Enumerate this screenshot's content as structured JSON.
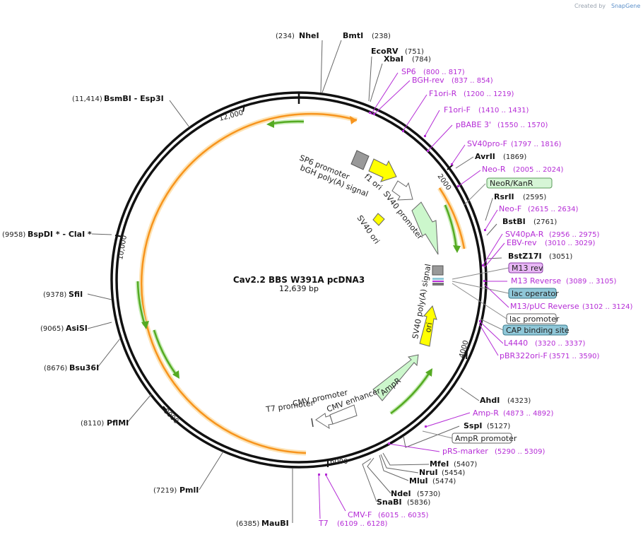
{
  "credit": {
    "prefix": "Created by",
    "brand": "SnapGene"
  },
  "map": {
    "name": "Cav2.2 BBS W391A pcDNA3",
    "size": "12,639 bp"
  },
  "ticks": [
    "2000",
    "4000",
    "6000",
    "8000",
    "10,000",
    "12,000"
  ],
  "sites": [
    {
      "name": "NheI",
      "pos": "(234)"
    },
    {
      "name": "BmtI",
      "pos": "(238)"
    },
    {
      "name": "EcoRV",
      "pos": "(751)"
    },
    {
      "name": "XbaI",
      "pos": "(784)"
    },
    {
      "name": "AvrII",
      "pos": "(1869)"
    },
    {
      "name": "RsrII",
      "pos": "(2595)"
    },
    {
      "name": "BstBI",
      "pos": "(2761)"
    },
    {
      "name": "BstZ17I",
      "pos": "(3051)"
    },
    {
      "name": "AhdI",
      "pos": "(4323)"
    },
    {
      "name": "SspI",
      "pos": "(5127)"
    },
    {
      "name": "MfeI",
      "pos": "(5407)"
    },
    {
      "name": "NruI",
      "pos": "(5454)"
    },
    {
      "name": "MluI",
      "pos": "(5474)"
    },
    {
      "name": "NdeI",
      "pos": "(5730)"
    },
    {
      "name": "SnaBI",
      "pos": "(5836)"
    },
    {
      "name": "MauBI",
      "pos": "(6385)"
    },
    {
      "name": "PmlI",
      "pos": "(7219)"
    },
    {
      "name": "PflMI",
      "pos": "(8110)"
    },
    {
      "name": "Bsu36I",
      "pos": "(8676)"
    },
    {
      "name": "AsiSI",
      "pos": "(9065)"
    },
    {
      "name": "SfiI",
      "pos": "(9378)"
    },
    {
      "name": "BspDI * - ClaI *",
      "pos": "(9958)"
    },
    {
      "name": "BsmBI - Esp3I",
      "pos": "(11,414)"
    }
  ],
  "primers": [
    {
      "name": "SP6",
      "pos": "(800 .. 817)"
    },
    {
      "name": "BGH-rev",
      "pos": "(837 .. 854)"
    },
    {
      "name": "F1ori-R",
      "pos": "(1200 .. 1219)"
    },
    {
      "name": "F1ori-F",
      "pos": "(1410 .. 1431)"
    },
    {
      "name": "pBABE 3'",
      "pos": "(1550 .. 1570)"
    },
    {
      "name": "SV40pro-F",
      "pos": "(1797 .. 1816)"
    },
    {
      "name": "Neo-R",
      "pos": "(2005 .. 2024)"
    },
    {
      "name": "Neo-F",
      "pos": "(2615 .. 2634)"
    },
    {
      "name": "SV40pA-R",
      "pos": "(2956 .. 2975)"
    },
    {
      "name": "EBV-rev",
      "pos": "(3010 .. 3029)"
    },
    {
      "name": "M13 Reverse",
      "pos": "(3089 .. 3105)"
    },
    {
      "name": "M13/pUC Reverse",
      "pos": "(3102 .. 3124)"
    },
    {
      "name": "L4440",
      "pos": "(3320 .. 3337)"
    },
    {
      "name": "pBR322ori-F",
      "pos": "(3571 .. 3590)"
    },
    {
      "name": "Amp-R",
      "pos": "(4873 .. 4892)"
    },
    {
      "name": "pRS-marker",
      "pos": "(5290 .. 5309)"
    },
    {
      "name": "CMV-F",
      "pos": "(6015 .. 6035)"
    },
    {
      "name": "T7",
      "pos": "(6109 .. 6128)"
    }
  ],
  "boxes": [
    {
      "name": "NeoR/KanR"
    },
    {
      "name": "M13 rev"
    },
    {
      "name": "lac operator"
    },
    {
      "name": "lac promoter"
    },
    {
      "name": "CAP binding site"
    },
    {
      "name": "AmpR promoter"
    }
  ],
  "features": [
    {
      "name": "SP6 promoter"
    },
    {
      "name": "bGH poly(A) signal"
    },
    {
      "name": "f1 ori"
    },
    {
      "name": "SV40 promoter"
    },
    {
      "name": "SV40 ori"
    },
    {
      "name": "SV40 poly(A) signal"
    },
    {
      "name": "ori"
    },
    {
      "name": "AmpR"
    },
    {
      "name": "CMV enhancer"
    },
    {
      "name": "CMV promoter"
    },
    {
      "name": "T7 promoter"
    }
  ],
  "colors": {
    "primer": "#b52cd6",
    "orf": "#f7941d",
    "orfHalo": "#fde3b5",
    "orfArrow": "#55aa22",
    "yellowFeature": "#ffff00",
    "neoBox": "#d6f5d6",
    "m13Box": "#e8b8f5",
    "lacBox": "#8fc7d8"
  }
}
